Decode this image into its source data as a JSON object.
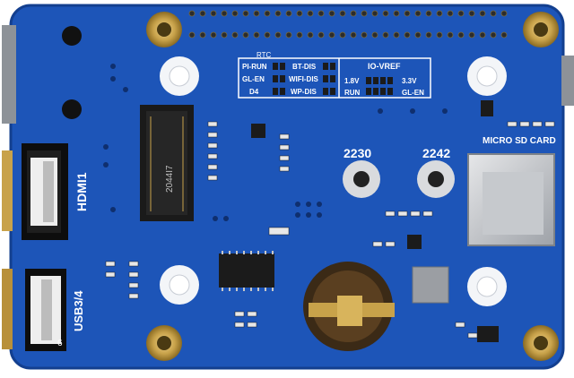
{
  "image": {
    "subject": "Raspberry Pi HAT carrier board (blue PCB)",
    "colors": {
      "pcb": "#1d55b8",
      "pcb_dark": "#133f8f",
      "silk": "#ffffff",
      "gold": "#c8a24a",
      "chip": "#1b1b1b",
      "metal": "#b9bcc0"
    }
  },
  "labels": {
    "rtc": "RTC",
    "pi_run": "PI-RUN",
    "gl_en": "GL-EN",
    "d4": "D4",
    "bt_dis": "BT-DIS",
    "wifi_dis": "WIFI-DIS",
    "wp_dis": "WP-DIS",
    "io_vref": "IO-VREF",
    "v18": "1.8V",
    "v33": "3.3V",
    "run": "RUN",
    "gl_en_right": "GL-EN",
    "size_2230": "2230",
    "size_2242": "2242",
    "microsd": "MICRO SD CARD",
    "hdmi": "HDMI1",
    "usb": "USB3/4",
    "m2_model": "2044I7",
    "pin_six": "6"
  }
}
